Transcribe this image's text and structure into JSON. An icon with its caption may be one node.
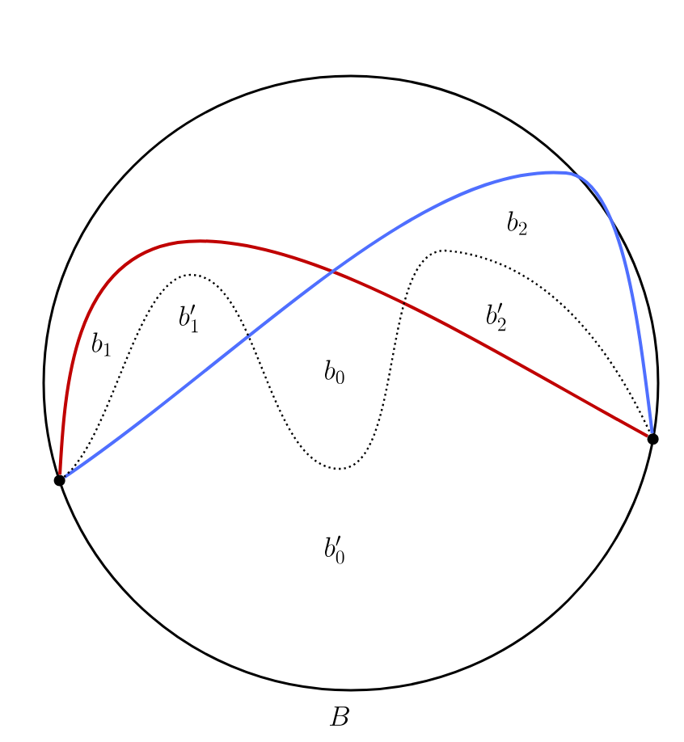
{
  "diagram": {
    "nodes": [
      {
        "text": [],
        "shape": "circle"
      },
      {
        "text": [],
        "shape": "circle"
      }
    ],
    "edges": [
      {
        "from": 0,
        "to": 1,
        "arrow": "none",
        "color": "#c00000"
      },
      {
        "from": 0,
        "to": 1,
        "arrow": "none",
        "color": "#4f6fff"
      },
      {
        "from": 0,
        "to": 1,
        "arrow": "none",
        "style": "dashed",
        "color": "#000000"
      }
    ],
    "labels": [
      "b_2",
      "b_1",
      "b_1'",
      "b_2'",
      "b_0",
      "b_0'",
      "B"
    ]
  }
}
